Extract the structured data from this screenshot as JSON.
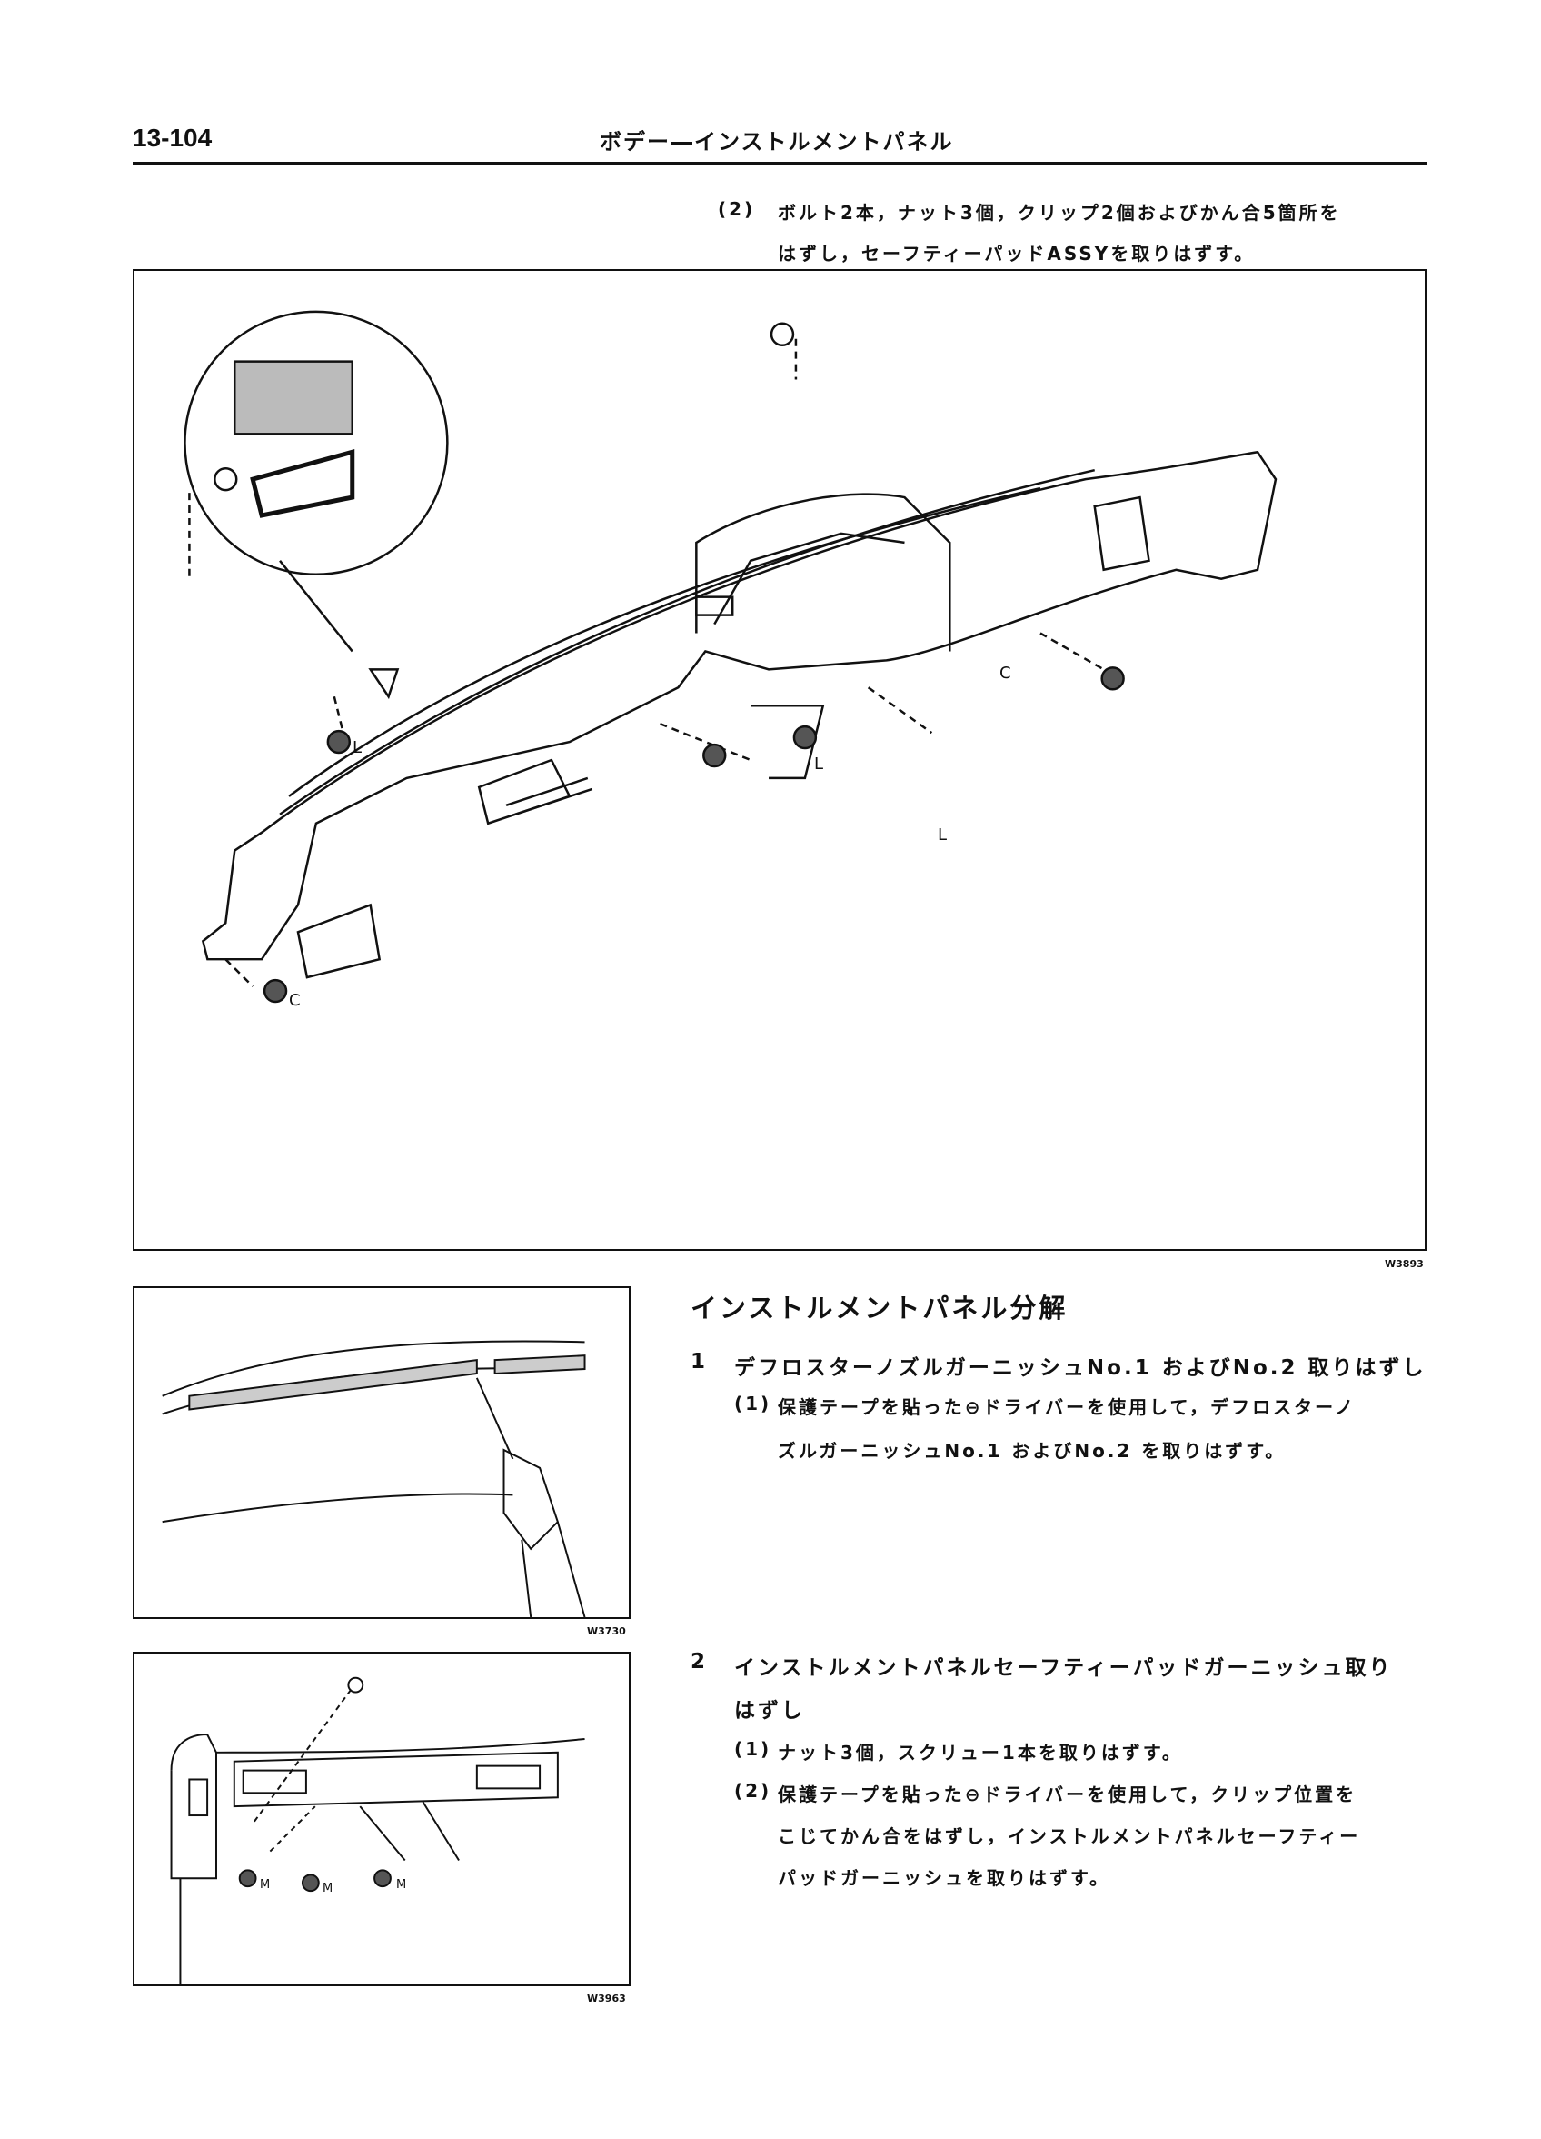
{
  "header": {
    "page_number": "13-104",
    "title": "ボデー―インストルメントパネル"
  },
  "step_top": {
    "num": "(2)",
    "lines": [
      "ボルト2本，ナット3個，クリップ2個およびかん合5箇所を",
      "はずし，セーフティーパッドASSYを取りはずす。"
    ]
  },
  "figures": [
    {
      "id": "W3893",
      "callouts": [
        "C",
        "L",
        "L",
        "L",
        "C"
      ]
    },
    {
      "id": "W3730"
    },
    {
      "id": "W3963",
      "callouts": [
        "M",
        "M",
        "M"
      ]
    }
  ],
  "section": {
    "title": "インストルメントパネル分解",
    "items": [
      {
        "num": "1",
        "title_lines": [
          "デフロスターノズルガーニッシュNo.1 およびNo.2 取りはずし"
        ],
        "steps": [
          {
            "num": "(1)",
            "lines": [
              "保護テープを貼った⊖ドライバーを使用して，デフロスターノ",
              "ズルガーニッシュNo.1 およびNo.2 を取りはずす。"
            ]
          }
        ]
      },
      {
        "num": "2",
        "title_lines": [
          "インストルメントパネルセーフティーパッドガーニッシュ取り",
          "はずし"
        ],
        "steps": [
          {
            "num": "(1)",
            "lines": [
              "ナット3個，スクリュー1本を取りはずす。"
            ]
          },
          {
            "num": "(2)",
            "lines": [
              "保護テープを貼った⊖ドライバーを使用して，クリップ位置を",
              "こじてかん合をはずし，インストルメントパネルセーフティー",
              "パッドガーニッシュを取りはずす。"
            ]
          }
        ]
      }
    ]
  }
}
